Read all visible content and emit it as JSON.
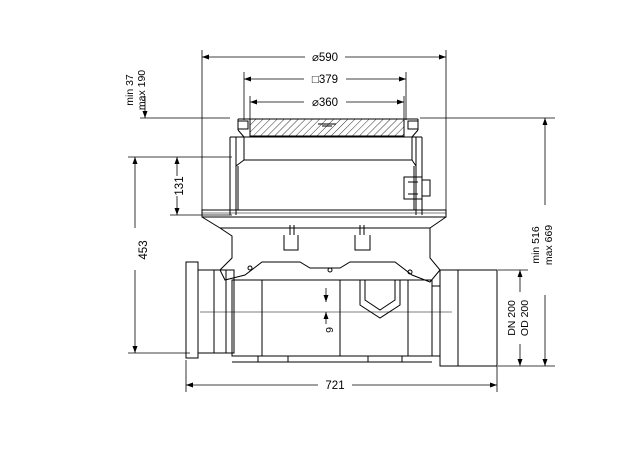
{
  "dimensions": {
    "top_diameter": "⌀590",
    "square_size": "□379",
    "inner_diameter": "⌀360",
    "top_range_min": "min 37",
    "top_range_max": "max 190",
    "height_453": "453",
    "height_131": "131",
    "total_min": "min 516",
    "total_max": "max 669",
    "pipe_dn": "DN 200",
    "pipe_od": "OD 200",
    "offset_9": "9",
    "length_721": "721"
  }
}
